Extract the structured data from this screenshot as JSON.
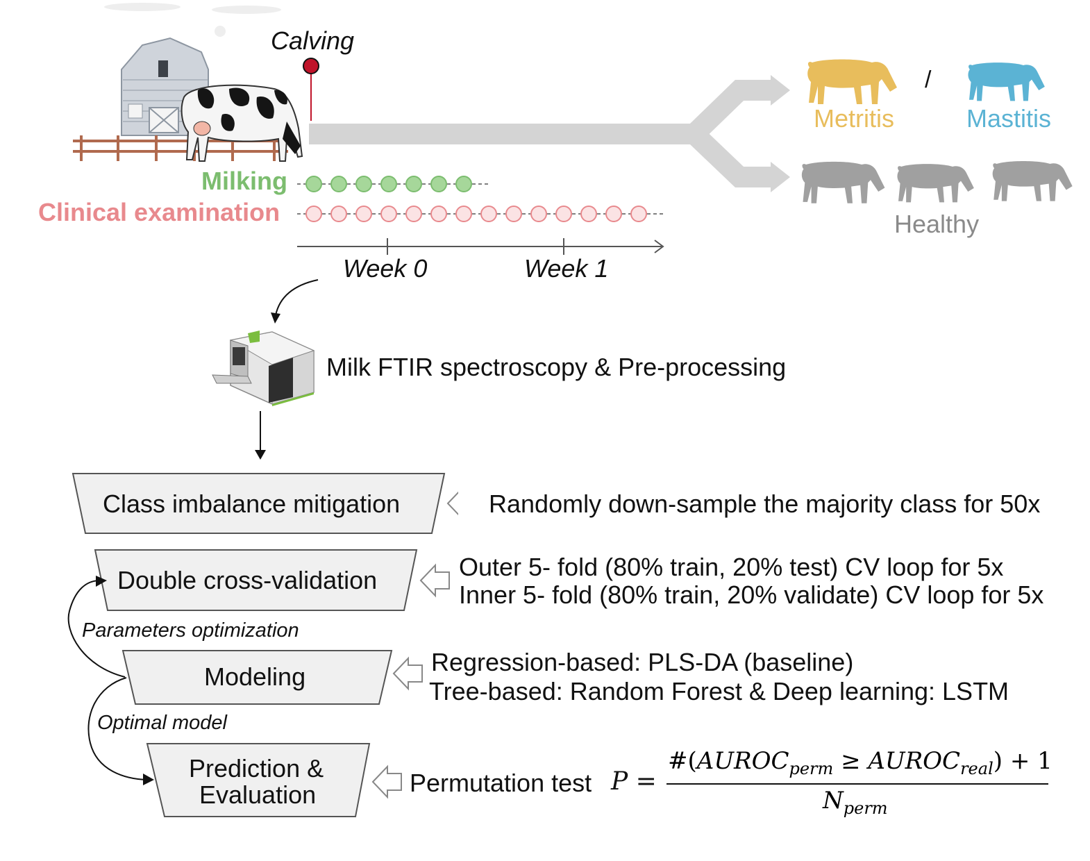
{
  "timeline": {
    "calving_label": "Calving",
    "milking_label": "Milking",
    "clinical_label": "Clinical examination",
    "week0_label": "Week 0",
    "week1_label": "Week 1",
    "milking_dot_count": 7,
    "clinical_dot_count": 14
  },
  "outcomes": {
    "metritis_label": "Metritis",
    "separator": "/",
    "mastitis_label": "Mastitis",
    "healthy_label": "Healthy"
  },
  "ftir": {
    "label": "Milk FTIR spectroscopy & Pre-processing"
  },
  "pipeline": {
    "steps": [
      {
        "label": "Class imbalance mitigation"
      },
      {
        "label": "Double cross-validation"
      },
      {
        "label": "Modeling"
      },
      {
        "label_line1": "Prediction &",
        "label_line2": "Evaluation"
      }
    ],
    "notes": {
      "imbalance": "Randomly down-sample the majority class for 50x",
      "cv_outer": "Outer 5- fold (80% train, 20% test) CV loop for 5x",
      "cv_inner": "Inner 5- fold (80% train, 20% validate) CV loop for 5x",
      "model_line1": "Regression-based: PLS-DA (baseline)",
      "model_line2": "Tree-based: Random Forest  & Deep learning: LSTM",
      "perm_prefix": "Permutation test",
      "formula_lhs": "P =",
      "formula_num": "#(AUROC_perm ≥ AUROC_real) + 1",
      "formula_den": "N_perm"
    },
    "loop_labels": {
      "params": "Parameters optimization",
      "optimal": "Optimal model"
    }
  },
  "colors": {
    "milking": "#7cbd6f",
    "clinical": "#e8898d",
    "metritis": "#e8bd5c",
    "mastitis": "#5bb3d4",
    "healthy": "#9a9a9a",
    "arrow_gray": "#d4d4d4",
    "calving_pin": "#c0142a"
  },
  "icons": [
    "barn-icon",
    "holstein-cow-icon",
    "fence-icon",
    "ftir-instrument-icon",
    "cow-silhouette-icon"
  ]
}
